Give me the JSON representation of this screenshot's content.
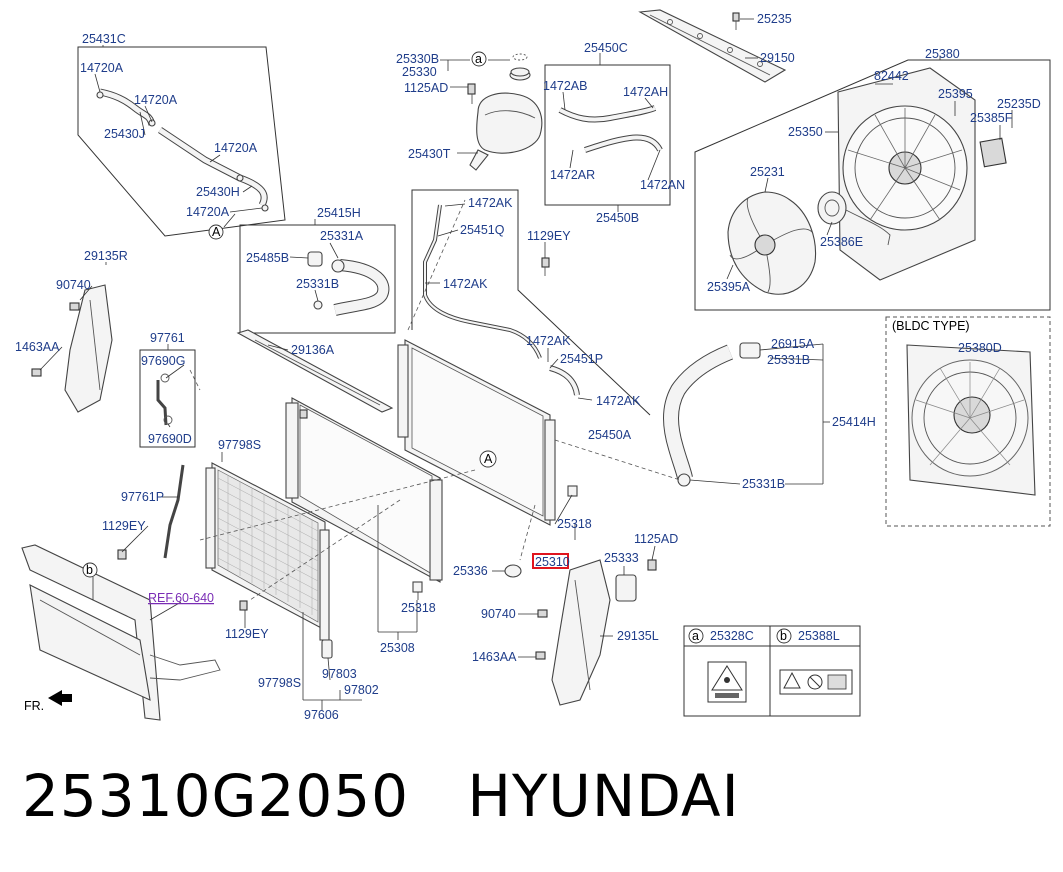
{
  "labels": {
    "l25431C": "25431C",
    "l14720A_1": "14720A",
    "l14720A_2": "14720A",
    "l14720A_3": "14720A",
    "l14720A_4": "14720A",
    "l25430J": "25430J",
    "l25430H": "25430H",
    "circA_1": "A",
    "l25330B": "25330B",
    "l25330": "25330",
    "l1125AD_1": "1125AD",
    "l25430T": "25430T",
    "circA_2": "a",
    "l25450C": "25450C",
    "l1472AB": "1472AB",
    "l1472AH": "1472AH",
    "l1472AR": "1472AR",
    "l1472AN": "1472AN",
    "l25450B": "25450B",
    "l25235": "25235",
    "l29150": "29150",
    "l25380": "25380",
    "l82442": "82442",
    "l25395": "25395",
    "l25235D": "25235D",
    "l25350": "25350",
    "l25385F": "25385F",
    "l25231": "25231",
    "l25386E": "25386E",
    "l25395A": "25395A",
    "l25415H": "25415H",
    "l25331A": "25331A",
    "l25485B": "25485B",
    "l25331B_1": "25331B",
    "l1472AK_1": "1472AK",
    "l25451Q": "25451Q",
    "l1129EY_1": "1129EY",
    "l1472AK_2": "1472AK",
    "l1472AK_3": "1472AK",
    "l25451P": "25451P",
    "l1472AK_4": "1472AK",
    "l25450A": "25450A",
    "l29135R": "29135R",
    "l90740_1": "90740",
    "l1463AA_1": "1463AA",
    "l97761": "97761",
    "l97690G": "97690G",
    "l97690D": "97690D",
    "l29136A": "29136A",
    "bldc_type": "(BLDC TYPE)",
    "l25380D": "25380D",
    "l26915A": "26915A",
    "l25331B_2": "25331B",
    "l25414H": "25414H",
    "l25331B_3": "25331B",
    "l97798S_1": "97798S",
    "l97761P": "97761P",
    "l1129EY_2": "1129EY",
    "circA_3": "A",
    "l25318_1": "25318",
    "l25310": "25310",
    "l25336": "25336",
    "l25333": "25333",
    "l1125AD_2": "1125AD",
    "l25318_2": "25318",
    "l25308": "25308",
    "l90740_2": "90740",
    "l29135L": "29135L",
    "l1463AA_2": "1463AA",
    "circB_1": "b",
    "ref": "REF.60-640",
    "l1129EY_3": "1129EY",
    "fr": "FR.",
    "l97803": "97803",
    "l97798S_2": "97798S",
    "l97802": "97802",
    "l97606": "97606",
    "legendA_circle": "a",
    "legendA": "25328C",
    "legendB_circle": "b",
    "legendB": "25388L"
  },
  "footer": {
    "part_number": "25310G2050",
    "brand": "HYUNDAI"
  },
  "colors": {
    "label": "#1f3d8a",
    "ref_link": "#7a2db5",
    "highlight": "#e0141e"
  },
  "icons": [
    "warning-pictogram",
    "caution-pictogram"
  ]
}
